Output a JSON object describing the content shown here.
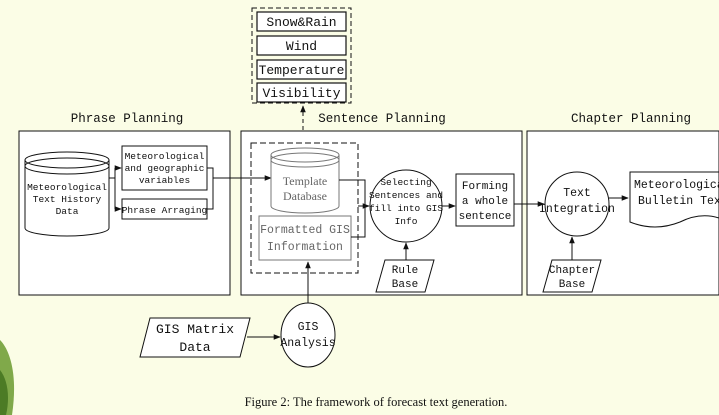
{
  "titles": {
    "phrase": "Phrase Planning",
    "sentence": "Sentence Planning",
    "chapter": "Chapter Planning"
  },
  "weather_list": [
    "Snow&Rain",
    "Wind",
    "Temperature",
    "Visibility"
  ],
  "phrase": {
    "history_db": [
      "Meteorological",
      "Text History",
      "Data"
    ],
    "variables": [
      "Meteorological",
      "and geographic",
      "variables"
    ],
    "arranging": "Phrase Arraging"
  },
  "sentence": {
    "template_db": [
      "Template",
      "Database"
    ],
    "formatted_gis": [
      "Formatted GIS",
      "Information"
    ],
    "selecting": [
      "Selecting",
      "Sentences and",
      "fill into GIS",
      "Info"
    ],
    "forming": [
      "Forming",
      "a whole",
      "sentence"
    ],
    "rule_base": [
      "Rule",
      "Base"
    ]
  },
  "chapter": {
    "integration": [
      "Text",
      "Integration"
    ],
    "bulletin": [
      "Meteorological",
      "Bulletin Text"
    ],
    "chapter_base": [
      "Chapter",
      "Base"
    ]
  },
  "gis": {
    "matrix": [
      "GIS Matrix",
      "Data"
    ],
    "analysis": [
      "GIS",
      "Analysis"
    ]
  },
  "caption": "Figure 2: The framework of forecast text generation.",
  "colors": {
    "background": "#fbfde6",
    "line": "#111111",
    "muted_text": "#777777"
  }
}
